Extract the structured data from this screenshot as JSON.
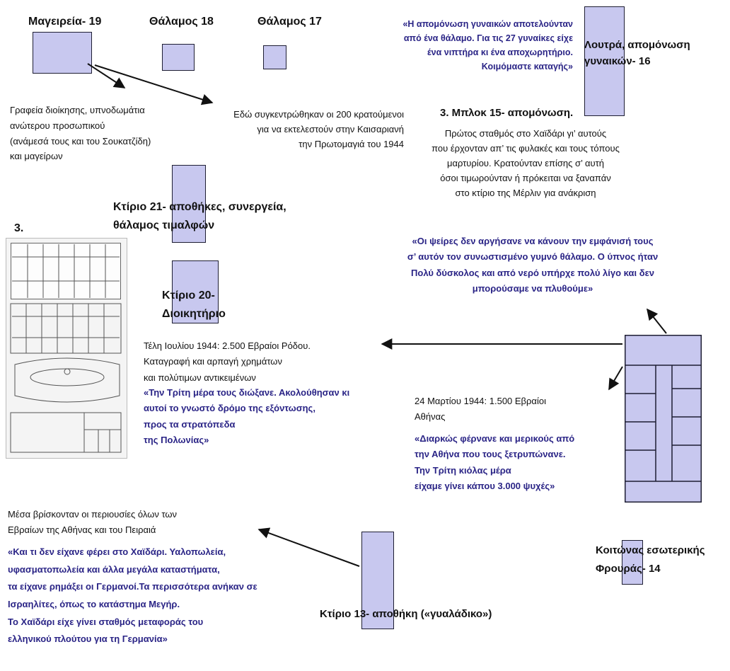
{
  "labels": {
    "kitchen": "Μαγειρεία- 19",
    "ward18": "Θάλαμος 18",
    "ward17": "Θάλαμος 17",
    "baths": [
      "Λουτρά, απομόνωση",
      "γυναικών- 16"
    ],
    "building21": [
      "Κτίριο 21- αποθήκες, συνεργεία,",
      "θάλαμος τιμαλφών"
    ],
    "building20": [
      "Κτίριο 20-",
      "Διοικητήριο"
    ],
    "block15": "3. Μπλοκ 15- απομόνωση.",
    "plan_number": "3.",
    "guard": [
      "Κοιτώνας εσωτερικής",
      "Φρουράς- 14"
    ],
    "building13": "Κτίριο 13- αποθήκη («γυαλάδικο»)"
  },
  "text": {
    "women_quote": [
      "«Η απομόνωση γυναικών αποτελούνταν",
      "από ένα θάλαμο. Για τις 27 γυναίκες είχε",
      "ένα νιπτήρα κι ένα αποχωρητήριο.",
      "Κοιμόμαστε καταγής»"
    ],
    "offices": [
      "Γραφεία διοίκησης, υπνοδωμάτια",
      "ανώτερου προσωπικού",
      "(ανάμεσά τους και του Σουκατζίδη)",
      "και μαγείρων"
    ],
    "executed": [
      "Εδώ συγκεντρώθηκαν οι 200 κρατούμενοι",
      "για να εκτελεστούν στην Καισαριανή",
      "την Πρωτομαγιά του 1944"
    ],
    "block15_desc": [
      "Πρώτος σταθμός στο Χαϊδάρι γι’ αυτούς",
      "που έρχονταν απ’ τις φυλακές και τους τόπους",
      "μαρτυρίου. Κρατούνταν επίσης σ’ αυτή",
      "όσοι τιμωρούνταν ή πρόκειται να ξαναπάν",
      "στο κτίριο της Μέρλιν για ανάκριση"
    ],
    "block15_quote": [
      "«Οι ψείρες δεν αργήσανε να κάνουν την εμφάνισή τους",
      "σ’ αυτόν τον συνωστισμένο γυμνό θάλαμο. Ο ύπνος ήταν",
      "Πολύ δύσκολος και από νερό υπήρχε πολύ λίγο και δεν",
      "μπορούσαμε να πλυθούμε»"
    ],
    "rhodes": [
      "Τέλη Ιουλίου 1944: 2.500 Εβραίοι Ρόδου.",
      "Καταγραφή και αρπαγή χρημάτων",
      "και πολύτιμων αντικειμένων"
    ],
    "rhodes_quote": [
      "«Την Τρίτη μέρα τους διώξανε. Ακολούθησαν κι",
      "αυτοί το γνωστό δρόμο της εξόντωσης,",
      "προς τα στρατόπεδα",
      "της Πολωνίας»"
    ],
    "athens": [
      "24 Μαρτίου 1944: 1.500 Εβραίοι",
      "Αθήνας"
    ],
    "athens_quote": [
      "«Διαρκώς φέρνανε και μερικούς από",
      "την Αθήνα που τους ξετρυπώνανε.",
      "Την Τρίτη κιόλας μέρα",
      "είχαμε γίνει κάπου 3.000 ψυχές»"
    ],
    "property": [
      "Μέσα βρίσκονταν οι περιουσίες όλων των",
      " Εβραίων της Αθήνας και του Πειραιά"
    ],
    "property_quote": [
      "«Και τι δεν είχανε φέρει στο Χαϊδάρι. Υαλοπωλεία,",
      "υφασματοπωλεία και άλλα μεγάλα καταστήματα,",
      "τα είχανε ρημάξει οι Γερμανοί.Τα περισσότερα ανήκαν σε",
      " Ισραηλίτες, όπως το κατάστημα Μεγήρ.",
      "Το Χαϊδάρι είχε γίνει σταθμός μεταφοράς του",
      " ελληνικού πλούτου για τη Γερμανία»"
    ]
  },
  "colors": {
    "box_fill": "#c8c8ef",
    "box_border": "#1e1e33",
    "quote_text": "#2a2486",
    "plain_text": "#111111"
  }
}
